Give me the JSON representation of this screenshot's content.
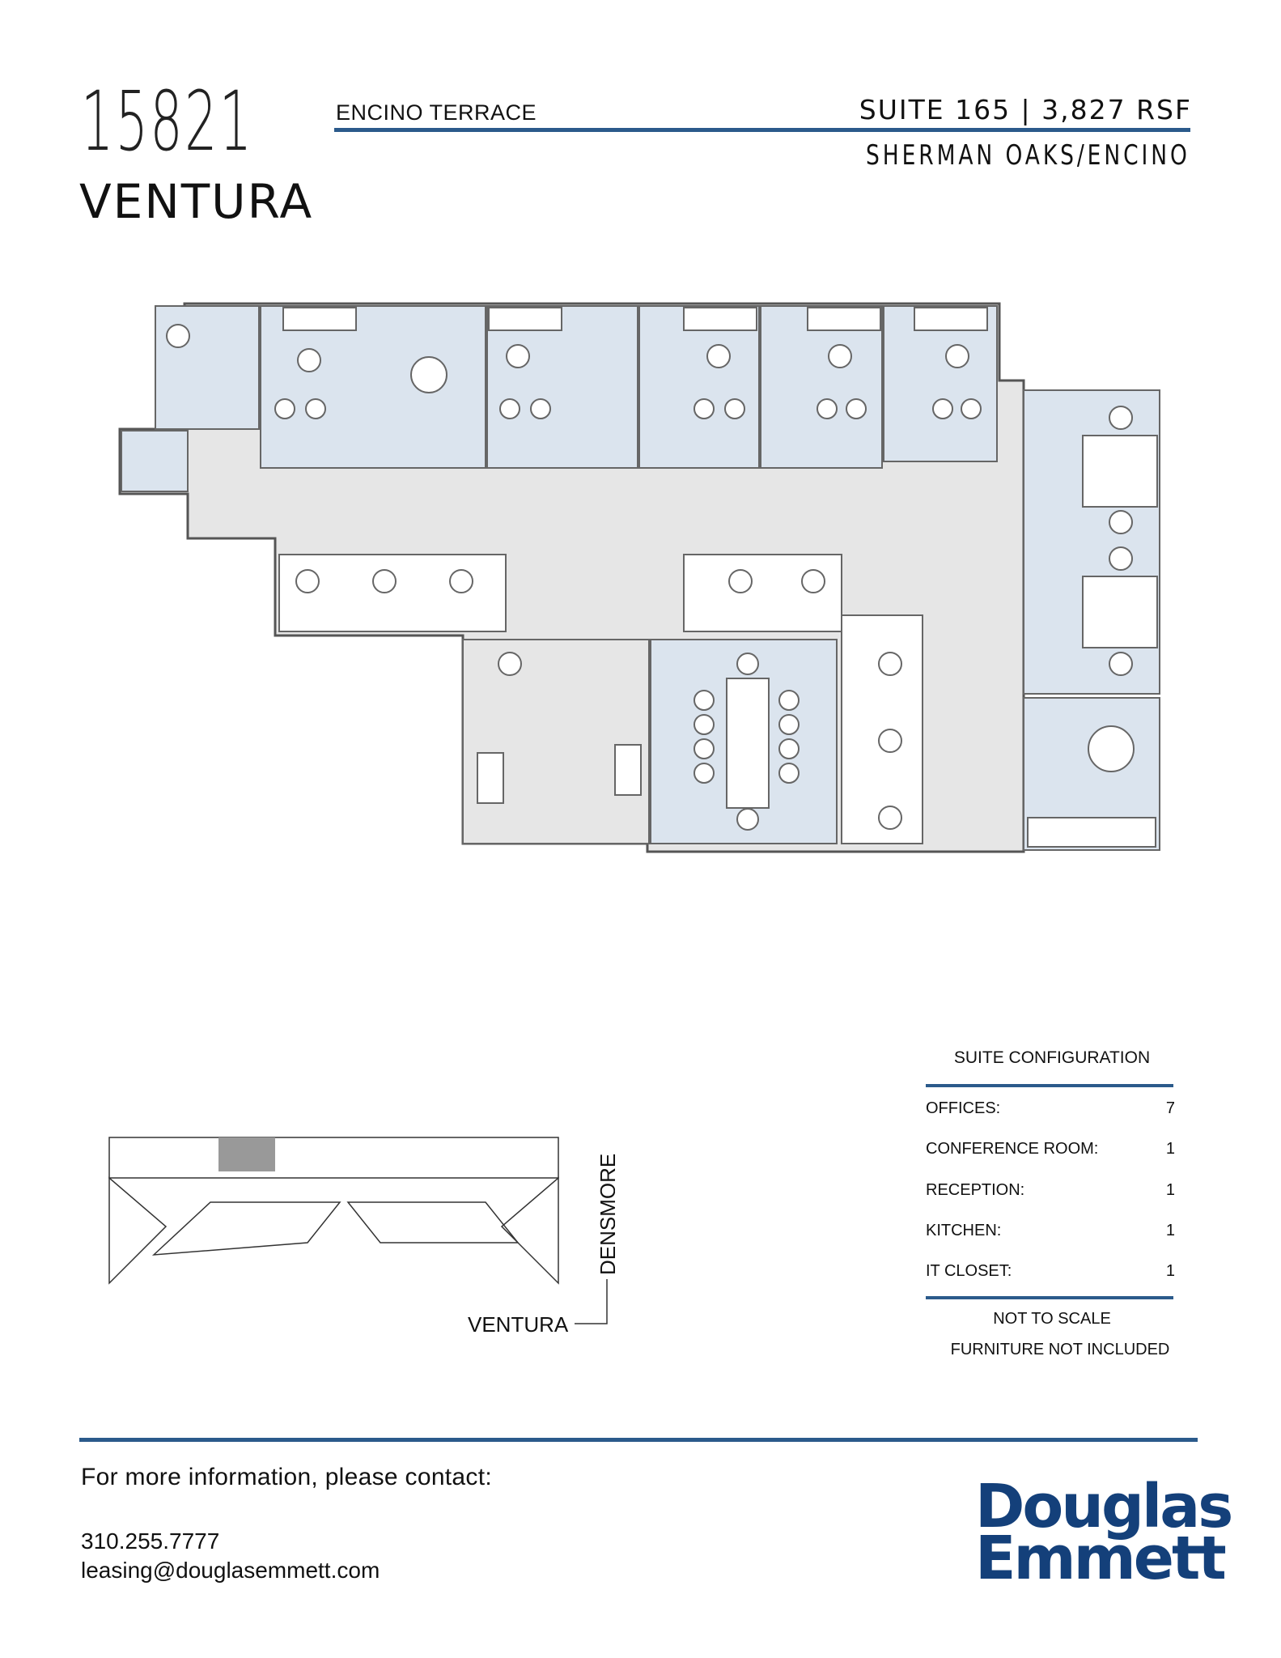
{
  "header": {
    "address_number": "15821",
    "address_street": "VENTURA",
    "building_name": "ENCINO TERRACE",
    "suite_info": "SUITE 165 | 3,827 RSF",
    "submarket": "SHERMAN OAKS/ENCINO"
  },
  "colors": {
    "accent": "#2b5a8b",
    "room_fill": "#dbe4ee",
    "corridor_fill": "#e6e6e6",
    "logo": "#14407a"
  },
  "key_plan": {
    "street_horizontal": "VENTURA",
    "street_vertical": "DENSMORE"
  },
  "suite_configuration": {
    "title": "SUITE CONFIGURATION",
    "rows": [
      {
        "label": "OFFICES:",
        "value": "7"
      },
      {
        "label": "CONFERENCE ROOM:",
        "value": "1"
      },
      {
        "label": "RECEPTION:",
        "value": "1"
      },
      {
        "label": "KITCHEN:",
        "value": "1"
      },
      {
        "label": "IT CLOSET:",
        "value": "1"
      }
    ],
    "notes": [
      "NOT TO SCALE",
      "FURNITURE NOT INCLUDED"
    ]
  },
  "footer": {
    "contact_heading": "For more information, please contact:",
    "phone": "310.255.7777",
    "email": "leasing@douglasemmett.com",
    "logo_line1": "Douglas",
    "logo_line2": "Emmett"
  }
}
